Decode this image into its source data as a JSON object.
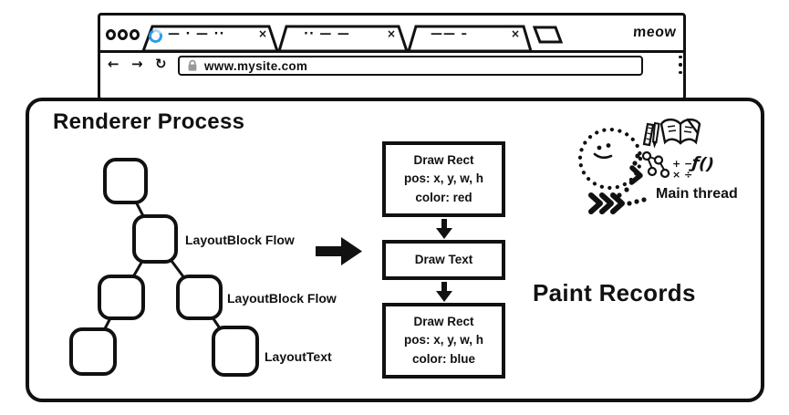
{
  "browser": {
    "meow_label": "meow",
    "tabs": [
      {
        "placeholder": "— · — ··",
        "close": "×"
      },
      {
        "placeholder": "·· — —",
        "close": "×"
      },
      {
        "placeholder": "—— –",
        "close": "×"
      }
    ],
    "nav": {
      "back": "←",
      "forward": "→",
      "reload": "↻"
    },
    "address": {
      "url": "www.mysite.com"
    }
  },
  "renderer": {
    "title": "Renderer Process",
    "layout_tree": {
      "labels": [
        "LayoutBlock Flow",
        "LayoutBlock Flow",
        "LayoutText"
      ]
    },
    "paint": {
      "title": "Paint Records",
      "records": [
        {
          "line1": "Draw Rect",
          "line2": "pos: x, y, w, h",
          "line3": "color: red"
        },
        {
          "line1": "Draw Text"
        },
        {
          "line1": "Draw Rect",
          "line2": "pos: x, y, w, h",
          "line3": "color: blue"
        }
      ]
    },
    "main_thread": {
      "label": "Main thread",
      "math_top": "+ −",
      "math_bottom": "× ÷",
      "function_glyph": "ƒ()"
    }
  },
  "colors": {
    "ink": "#111111",
    "spinner_blue": "#2E9BE6",
    "spinner_light": "#AFD8F6",
    "lock_gray": "#999999"
  }
}
